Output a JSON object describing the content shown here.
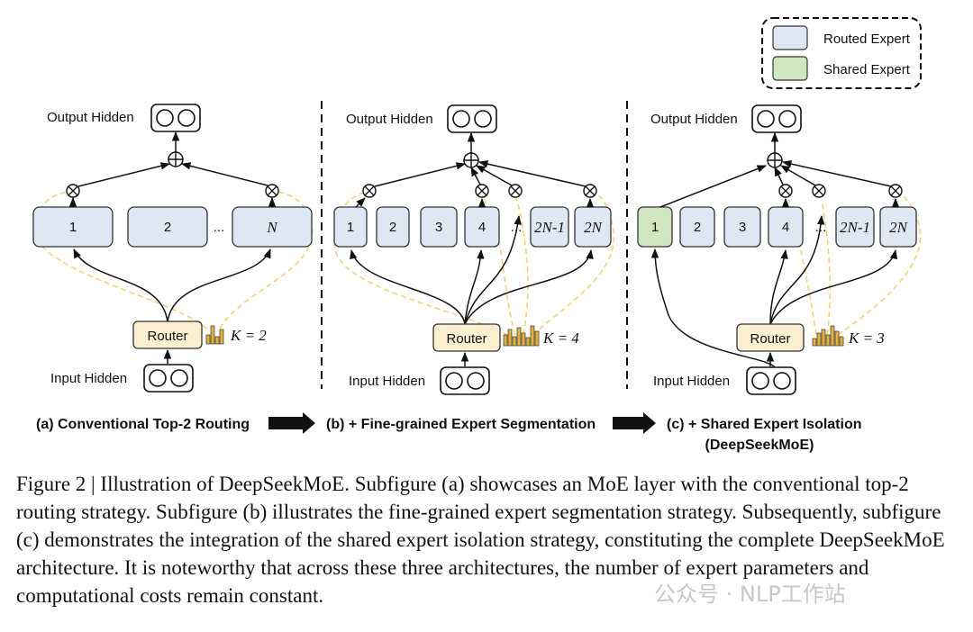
{
  "legend": {
    "routed": "Routed Expert",
    "shared": "Shared Expert"
  },
  "panels": [
    {
      "output": "Output Hidden",
      "input": "Input Hidden",
      "router": "Router",
      "k": "K = 2",
      "experts": [
        "1",
        "2",
        "N"
      ],
      "ellipsis": "...",
      "caption": "(a) Conventional Top-2 Routing",
      "caption2": ""
    },
    {
      "output": "Output Hidden",
      "input": "Input Hidden",
      "router": "Router",
      "k": "K = 4",
      "experts": [
        "1",
        "2",
        "3",
        "4",
        "2N-1",
        "2N"
      ],
      "ellipsis": "...",
      "caption": "(b) + Fine-grained Expert Segmentation",
      "caption2": ""
    },
    {
      "output": "Output Hidden",
      "input": "Input Hidden",
      "router": "Router",
      "k": "K = 3",
      "experts": [
        "1",
        "2",
        "3",
        "4",
        "2N-1",
        "2N"
      ],
      "ellipsis": "...",
      "caption": "(c) + Shared Expert Isolation",
      "caption2": "(DeepSeekMoE)"
    }
  ],
  "figure_caption": "Figure 2 | Illustration of DeepSeekMoE. Subfigure (a) showcases an MoE layer with the conventional top-2 routing strategy. Subfigure (b) illustrates the fine-grained expert segmentation strategy. Subsequently, subfigure (c) demonstrates the integration of the shared expert isolation strategy, constituting the complete DeepSeekMoE architecture. It is noteworthy that across these three architectures, the number of expert parameters and computational costs remain constant.",
  "watermark": "公众号 · NLP工作站",
  "colors": {
    "routed": "#dde8f4",
    "shared": "#cfe6c0",
    "router": "#fbefd0",
    "dashed": "#f2d276",
    "bars": "#e4b23c"
  }
}
